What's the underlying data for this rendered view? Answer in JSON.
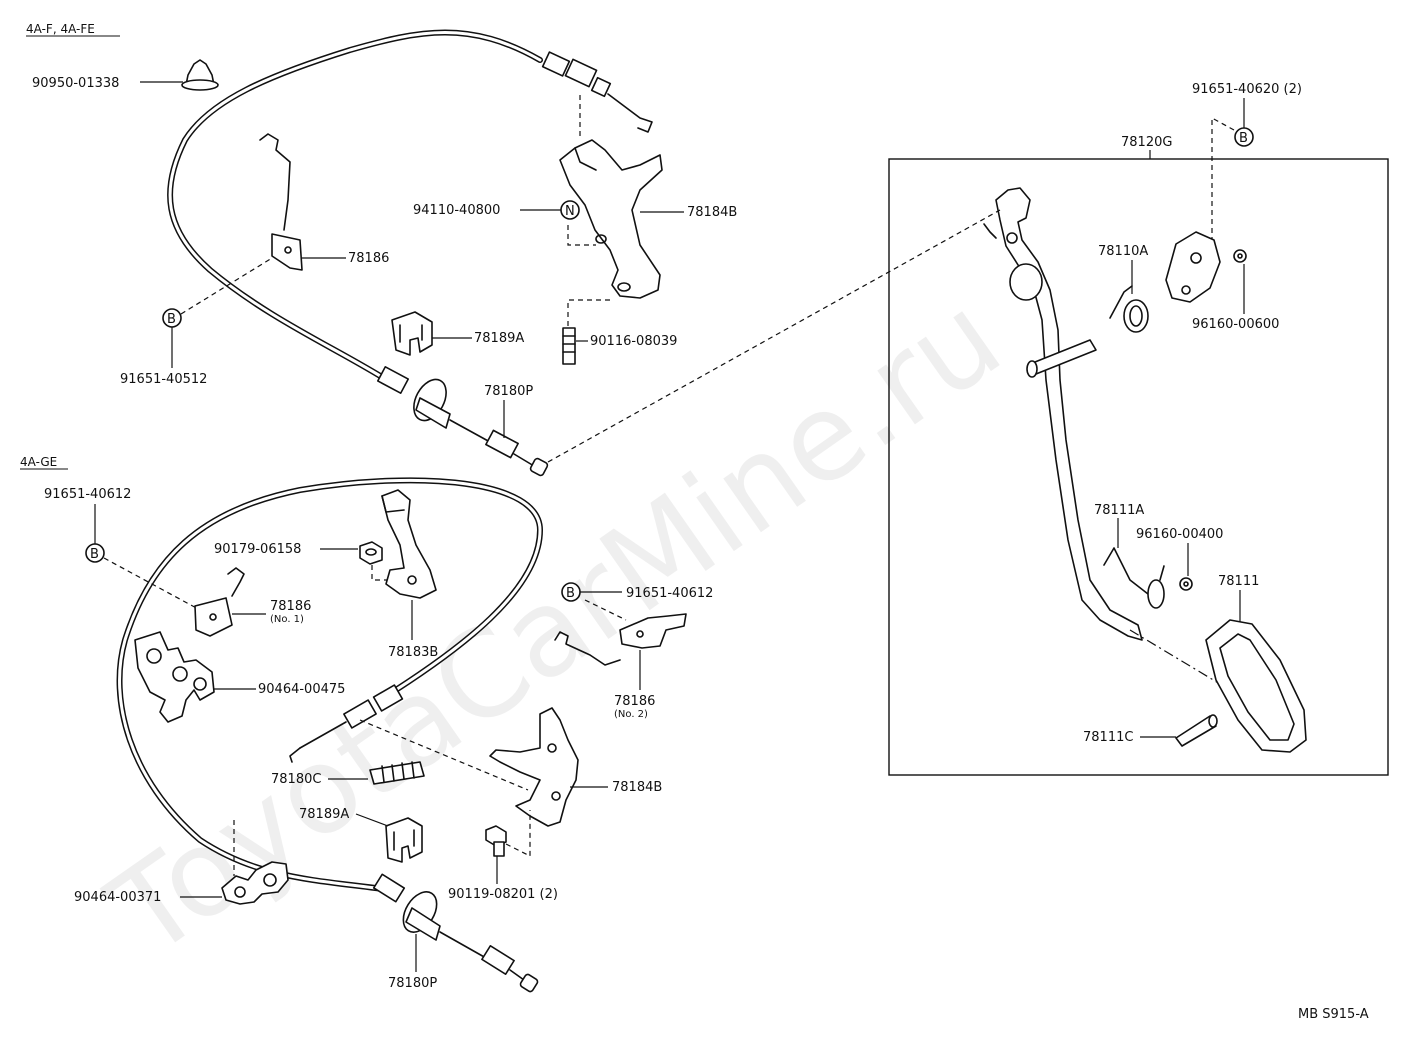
{
  "sections": {
    "top_title": "4A-F, 4A-FE",
    "bottom_title": "4A-GE"
  },
  "labels": {
    "p90950_01338": "90950-01338",
    "p94110_40800": "94110-40800",
    "p78184B_top": "78184B",
    "p78186_top": "78186",
    "p91651_40512_top": "91651-40512",
    "p78189A_top": "78189A",
    "p90116_08039": "90116-08039",
    "p78180P_top": "78180P",
    "p91651_40612_left": "91651-40612",
    "p90179_06158": "90179-06158",
    "p78186_no1": "78186",
    "p78186_no1_sub": "(No. 1)",
    "p78183B": "78183B",
    "p91651_40612_right": "91651-40612",
    "p90464_00475": "90464-00475",
    "p78186_no2": "78186",
    "p78186_no2_sub": "(No. 2)",
    "p78180C": "78180C",
    "p78184B_bottom": "78184B",
    "p78189A_bottom": "78189A",
    "p90119_08201": "90119-08201 (2)",
    "p90464_00371": "90464-00371",
    "p78180P_bottom": "78180P",
    "p91651_40620": "91651-40620 (2)",
    "p78120G": "78120G",
    "p78110A": "78110A",
    "p96160_00600": "96160-00600",
    "p78111A": "78111A",
    "p96160_00400": "96160-00400",
    "p78111": "78111",
    "p78111C": "78111C"
  },
  "markers": {
    "B": "B",
    "N": "N"
  },
  "footer": {
    "code": "MB S915-A"
  },
  "watermark": "ToyotaCarMine.ru"
}
